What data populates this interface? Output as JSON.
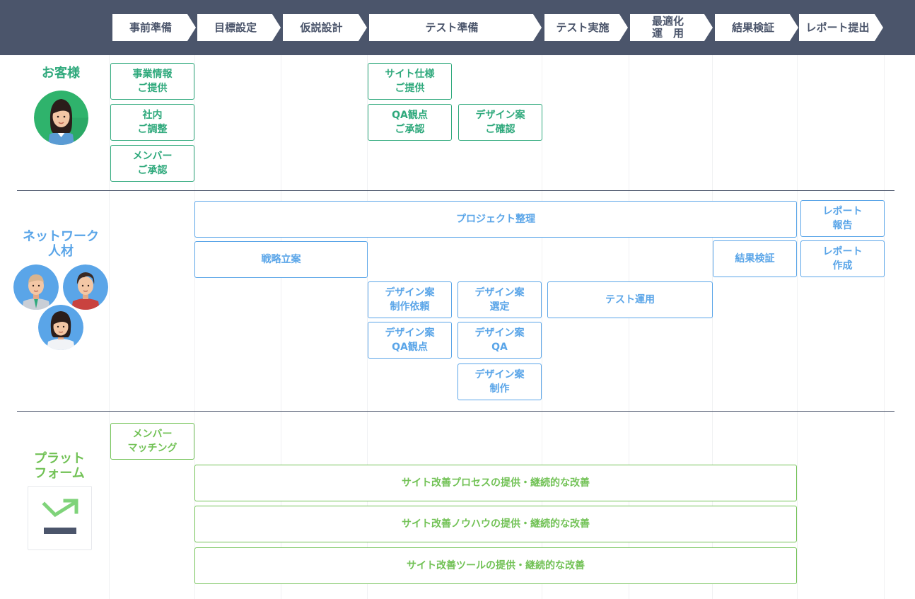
{
  "steps": [
    "事前準備",
    "目標設定",
    "仮説設計",
    "テスト準備",
    "テスト実施",
    "最適化\n運　用",
    "結果検証",
    "レポート提出"
  ],
  "lanes": {
    "customer": {
      "label": "お客様",
      "color": "#2fa97c",
      "boxes": [
        "事業情報\nご提供",
        "社内\nご調整",
        "メンバー\nご承認",
        "サイト仕様\nご提供",
        "QA観点\nご承認",
        "デザイン案\nご確認"
      ]
    },
    "network": {
      "label": "ネットワーク\n人材",
      "color": "#5aa5e8",
      "boxes": [
        "プロジェクト整理",
        "レポート\n報告",
        "戦略立案",
        "結果検証",
        "レポート\n作成",
        "デザイン案\n制作依頼",
        "デザイン案\n選定",
        "テスト運用",
        "デザイン案\nQA観点",
        "デザイン案\nQA",
        "デザイン案\n制作"
      ]
    },
    "platform": {
      "label": "プラット\nフォーム",
      "color": "#72c256",
      "boxes": [
        "メンバー\nマッチング",
        "サイト改善プロセスの提供・継続的な改善",
        "サイト改善ノウハウの提供・継続的な改善",
        "サイト改善ツールの提供・継続的な改善"
      ]
    }
  },
  "colors": {
    "header": "#4b556b",
    "customer": "#2fa97c",
    "network": "#5aa5e8",
    "platform": "#72c256"
  }
}
